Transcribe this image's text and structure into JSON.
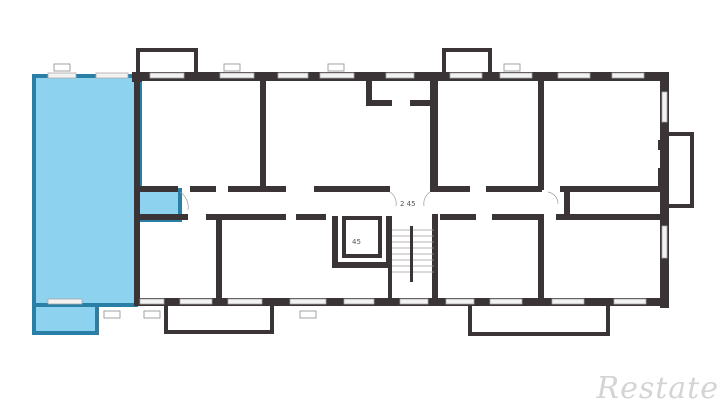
{
  "plan": {
    "highlight_color": "#8dd3ef",
    "highlight_border": "#2a7fa6",
    "wall_color": "#3b3437",
    "stair_label_upper": "2 45",
    "stair_label_lower": "45"
  },
  "watermark": {
    "brand": "Restate"
  }
}
